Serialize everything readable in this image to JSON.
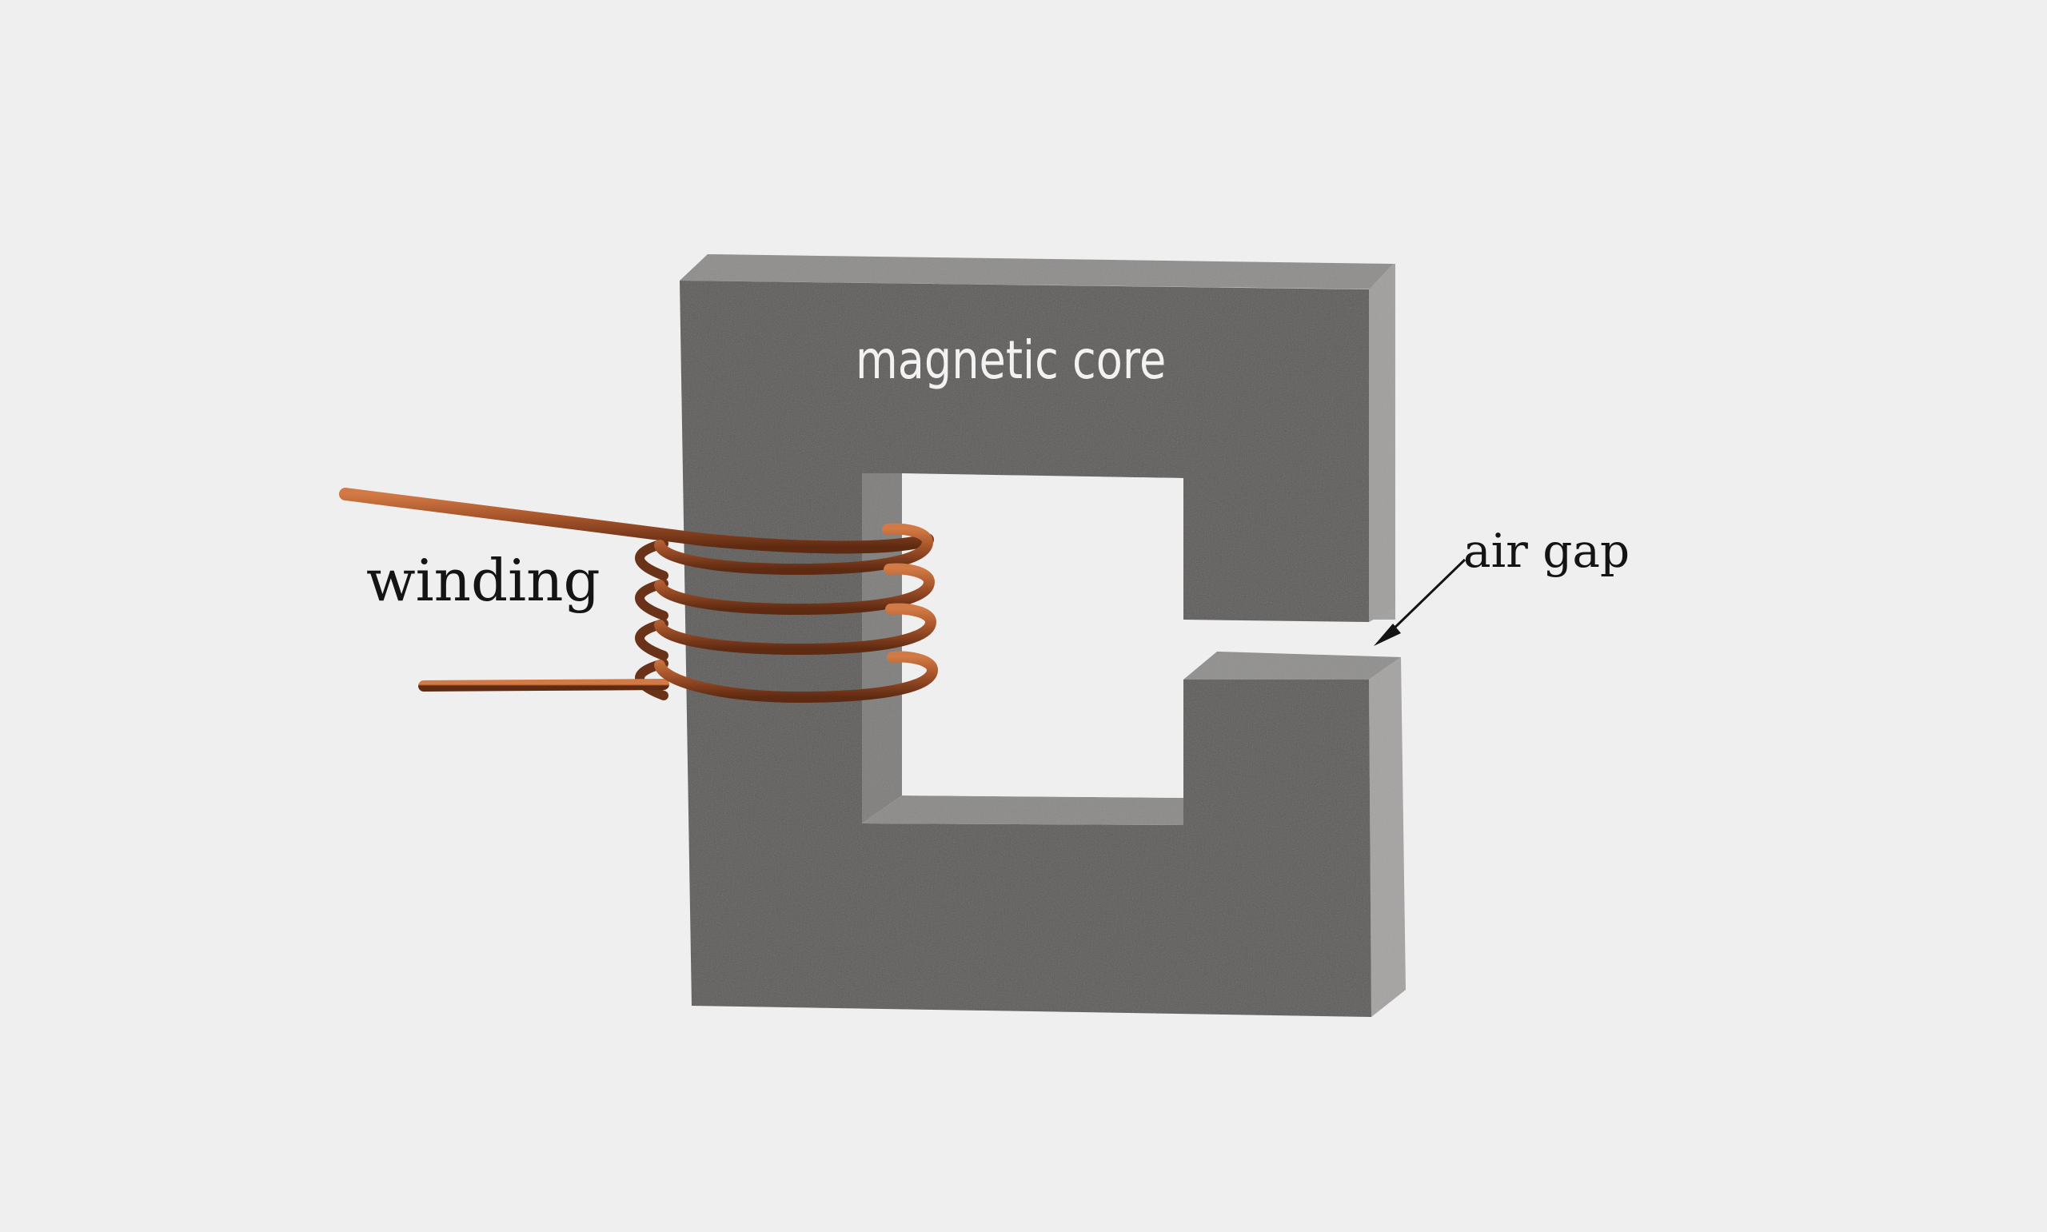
{
  "labels": {
    "core": "magnetic core",
    "winding": "winding",
    "air_gap": "air gap"
  },
  "colors": {
    "background": "#efefef",
    "core_front": "#5c5a59",
    "core_top": "#8b8a89",
    "core_side": "#9a9998",
    "copper": "#9a4a22",
    "text_dark": "#141414",
    "text_light": "#f2f2f2"
  },
  "winding": {
    "turns": 4
  }
}
